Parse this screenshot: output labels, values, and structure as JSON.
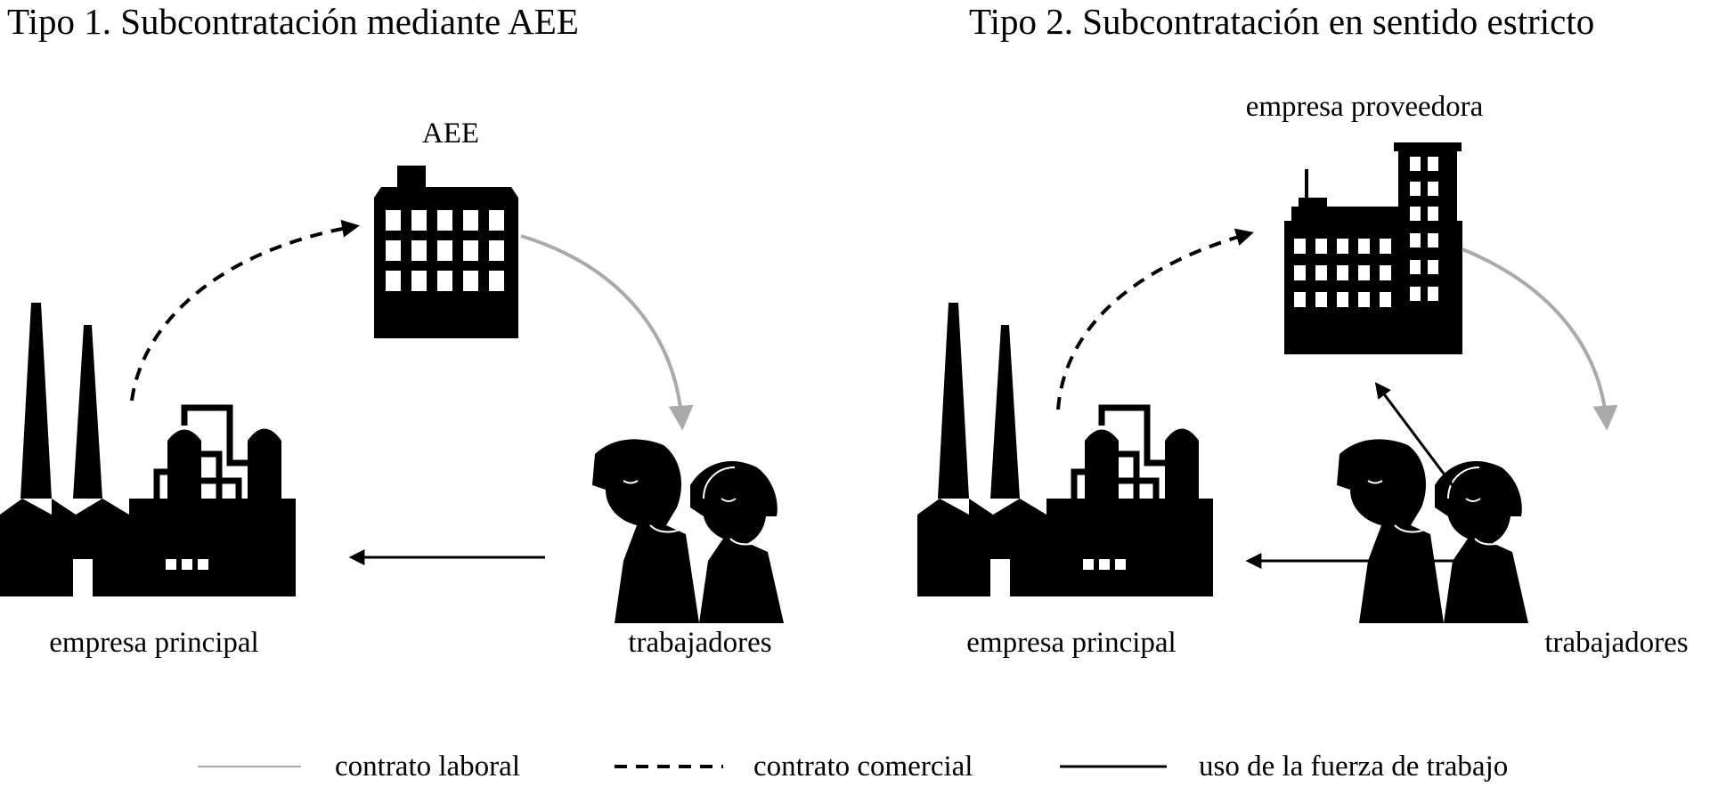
{
  "panels": [
    {
      "title": "Tipo 1. Subcontratación mediante AEE",
      "intermediary_label": "AEE",
      "company_label": "empresa principal",
      "workers_label": "trabajadores"
    },
    {
      "title": "Tipo 2. Subcontratación en sentido estricto",
      "intermediary_label": "empresa proveedora",
      "company_label": "empresa principal",
      "workers_label": "trabajadores"
    }
  ],
  "legend": {
    "labor_contract": "contrato laboral",
    "commercial_contract": "contrato comercial",
    "workforce_use": "uso de la fuerza de trabajo"
  },
  "colors": {
    "ink": "#000000",
    "labor_contract_line": "#aaaaaa",
    "background": "#ffffff"
  }
}
